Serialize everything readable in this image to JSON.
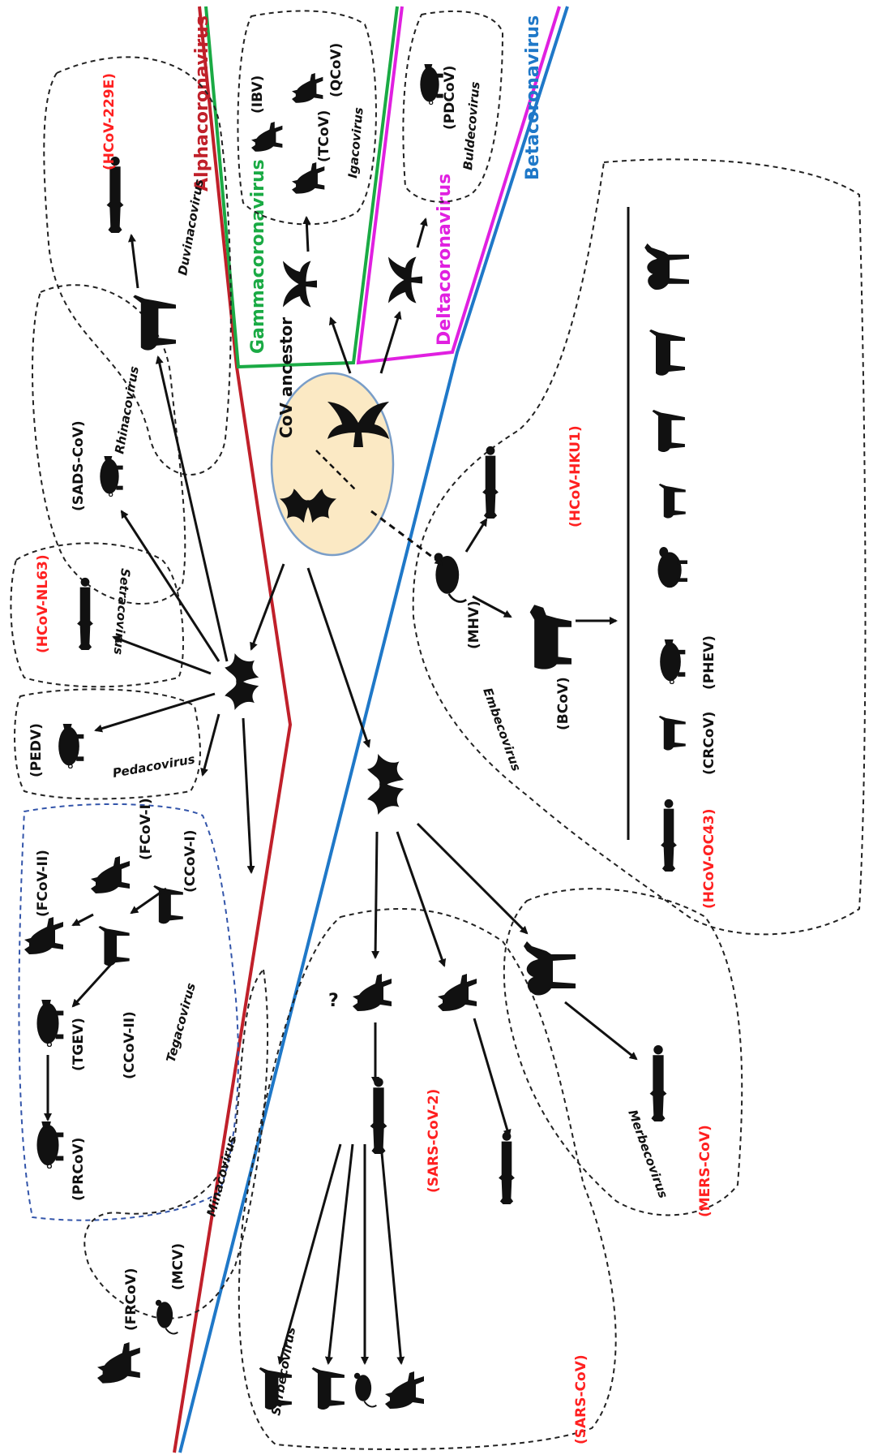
{
  "colors": {
    "alpha": "#c0202a",
    "beta": "#1f78c8",
    "gamma": "#1aaa44",
    "delta": "#e020e0",
    "virus_red": "#ff2020",
    "ancestor_fill": "#fbe9c4",
    "ancestor_stroke": "#7a9ec8",
    "tegacovirus_box": "#3355aa"
  },
  "groups": {
    "alpha": "Alphacoronavirus",
    "beta": "Betacoronavirus",
    "gamma": "Gammacoronavirus",
    "delta": "Deltacoronavirus"
  },
  "ancestor": "CoV ancestor",
  "genera": {
    "duvinacovirus": "Duvinacovirus",
    "rhinacovirus": "Rhinacovirus",
    "setracovirus": "Setracovirus",
    "pedacovirus": "Pedacovirus",
    "tegacovirus": "Tegacovirus",
    "minacovirus": "Minacovirus",
    "igacovirus": "Igacovirus",
    "buldecovirus": "Buldecovirus",
    "embecovirus": "Embecovirus",
    "sarbecovirus": "Sarbecovirus",
    "merbecovirus": "Merbecovirus"
  },
  "viruses": {
    "hcov_229e": "(HCoV-229E)",
    "sads_cov": "(SADS-CoV)",
    "hcov_nl63": "(HCoV-NL63)",
    "pedv": "(PEDV)",
    "fcov_ii": "(FCoV-II)",
    "fcov_i": "(FCoV-I)",
    "ccov_i": "(CCoV-I)",
    "ccov_ii": "(CCoV-II)",
    "tgev": "(TGEV)",
    "prcov": "(PRCoV)",
    "frcov": "(FRCoV)",
    "mcv": "(MCV)",
    "ibv": "(IBV)",
    "qcov": "(QCoV)",
    "tcov": "(TCoV)",
    "pdcov": "(PDCoV)",
    "hcov_hku1": "(HCoV-HKU1)",
    "mhv": "(MHV)",
    "bcov": "(BCoV)",
    "phev": "(PHEV)",
    "crcov": "(CRCoV)",
    "hcov_oc43": "(HCoV-OC43)",
    "sars_cov_2": "(SARS-CoV-2)",
    "sars_cov": "(SARS-CoV)",
    "mers_cov": "(MERS-CoV)",
    "unknown_host": "?"
  },
  "icons": [
    "human-icon",
    "alpaca-icon",
    "bat-icon",
    "bird-icon",
    "pig-icon",
    "chicken-icon",
    "quail-icon",
    "turkey-icon",
    "cat-icon",
    "dog-icon",
    "ferret-icon",
    "mink-icon",
    "mouse-icon",
    "cow-icon",
    "sheep-icon",
    "goat-icon",
    "horse-icon",
    "camel-icon",
    "pangolin-icon",
    "civet-icon"
  ]
}
